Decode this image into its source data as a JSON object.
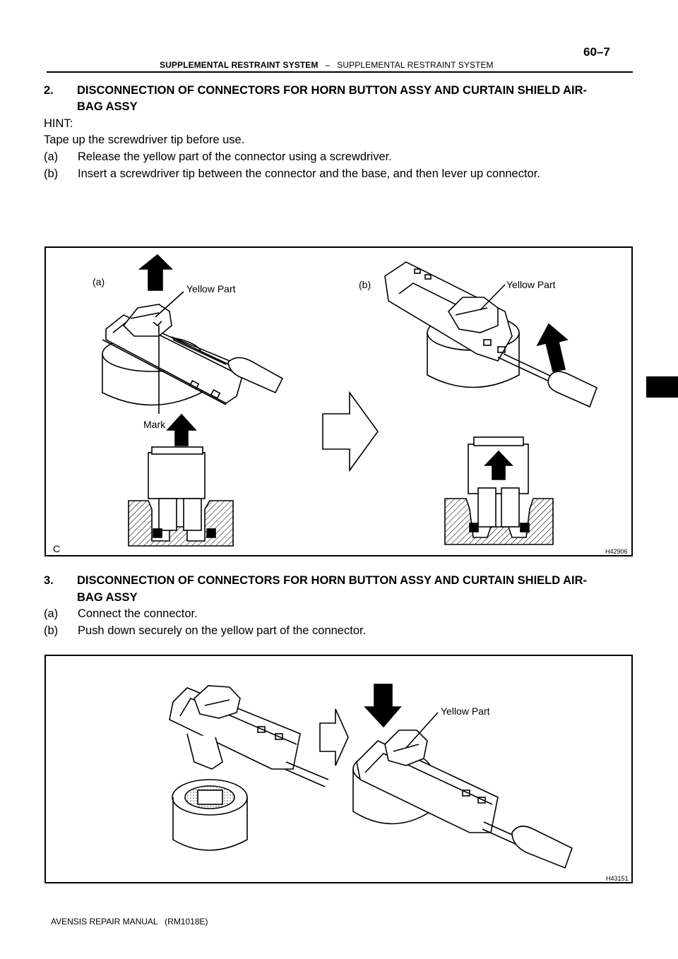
{
  "header": {
    "section_title": "SUPPLEMENTAL RESTRAINT SYSTEM",
    "separator": "–",
    "subsection_title": "SUPPLEMENTAL RESTRAINT SYSTEM",
    "page_number": "60–7"
  },
  "step2": {
    "number": "2.",
    "title_line1": "DISCONNECTION OF CONNECTORS FOR HORN BUTTON ASSY AND CURTAIN SHIELD AIR-",
    "title_line2": "BAG ASSY",
    "hint_label": "HINT:",
    "hint_text": "Tape up the screwdriver tip before use.",
    "items": [
      {
        "label": "(a)",
        "text": "Release the yellow part of the connector using a screwdriver."
      },
      {
        "label": "(b)",
        "text": "Insert a screwdriver tip between the connector and the base, and then lever up connector."
      }
    ]
  },
  "figure1": {
    "label_a": "(a)",
    "label_b": "(b)",
    "yellow_part_a": "Yellow Part",
    "yellow_part_b": "Yellow Part",
    "mark": "Mark",
    "corner": "C",
    "code": "H42906"
  },
  "step3": {
    "number": "3.",
    "title_line1": "DISCONNECTION OF CONNECTORS FOR HORN BUTTON ASSY AND CURTAIN SHIELD AIR-",
    "title_line2": "BAG ASSY",
    "items": [
      {
        "label": "(a)",
        "text": "Connect the connector."
      },
      {
        "label": "(b)",
        "text": "Push down securely on the yellow part of the connector."
      }
    ]
  },
  "figure2": {
    "yellow_part": "Yellow Part",
    "code": "H43151"
  },
  "footer": {
    "text": "AVENSIS REPAIR MANUAL   (RM1018E)"
  }
}
